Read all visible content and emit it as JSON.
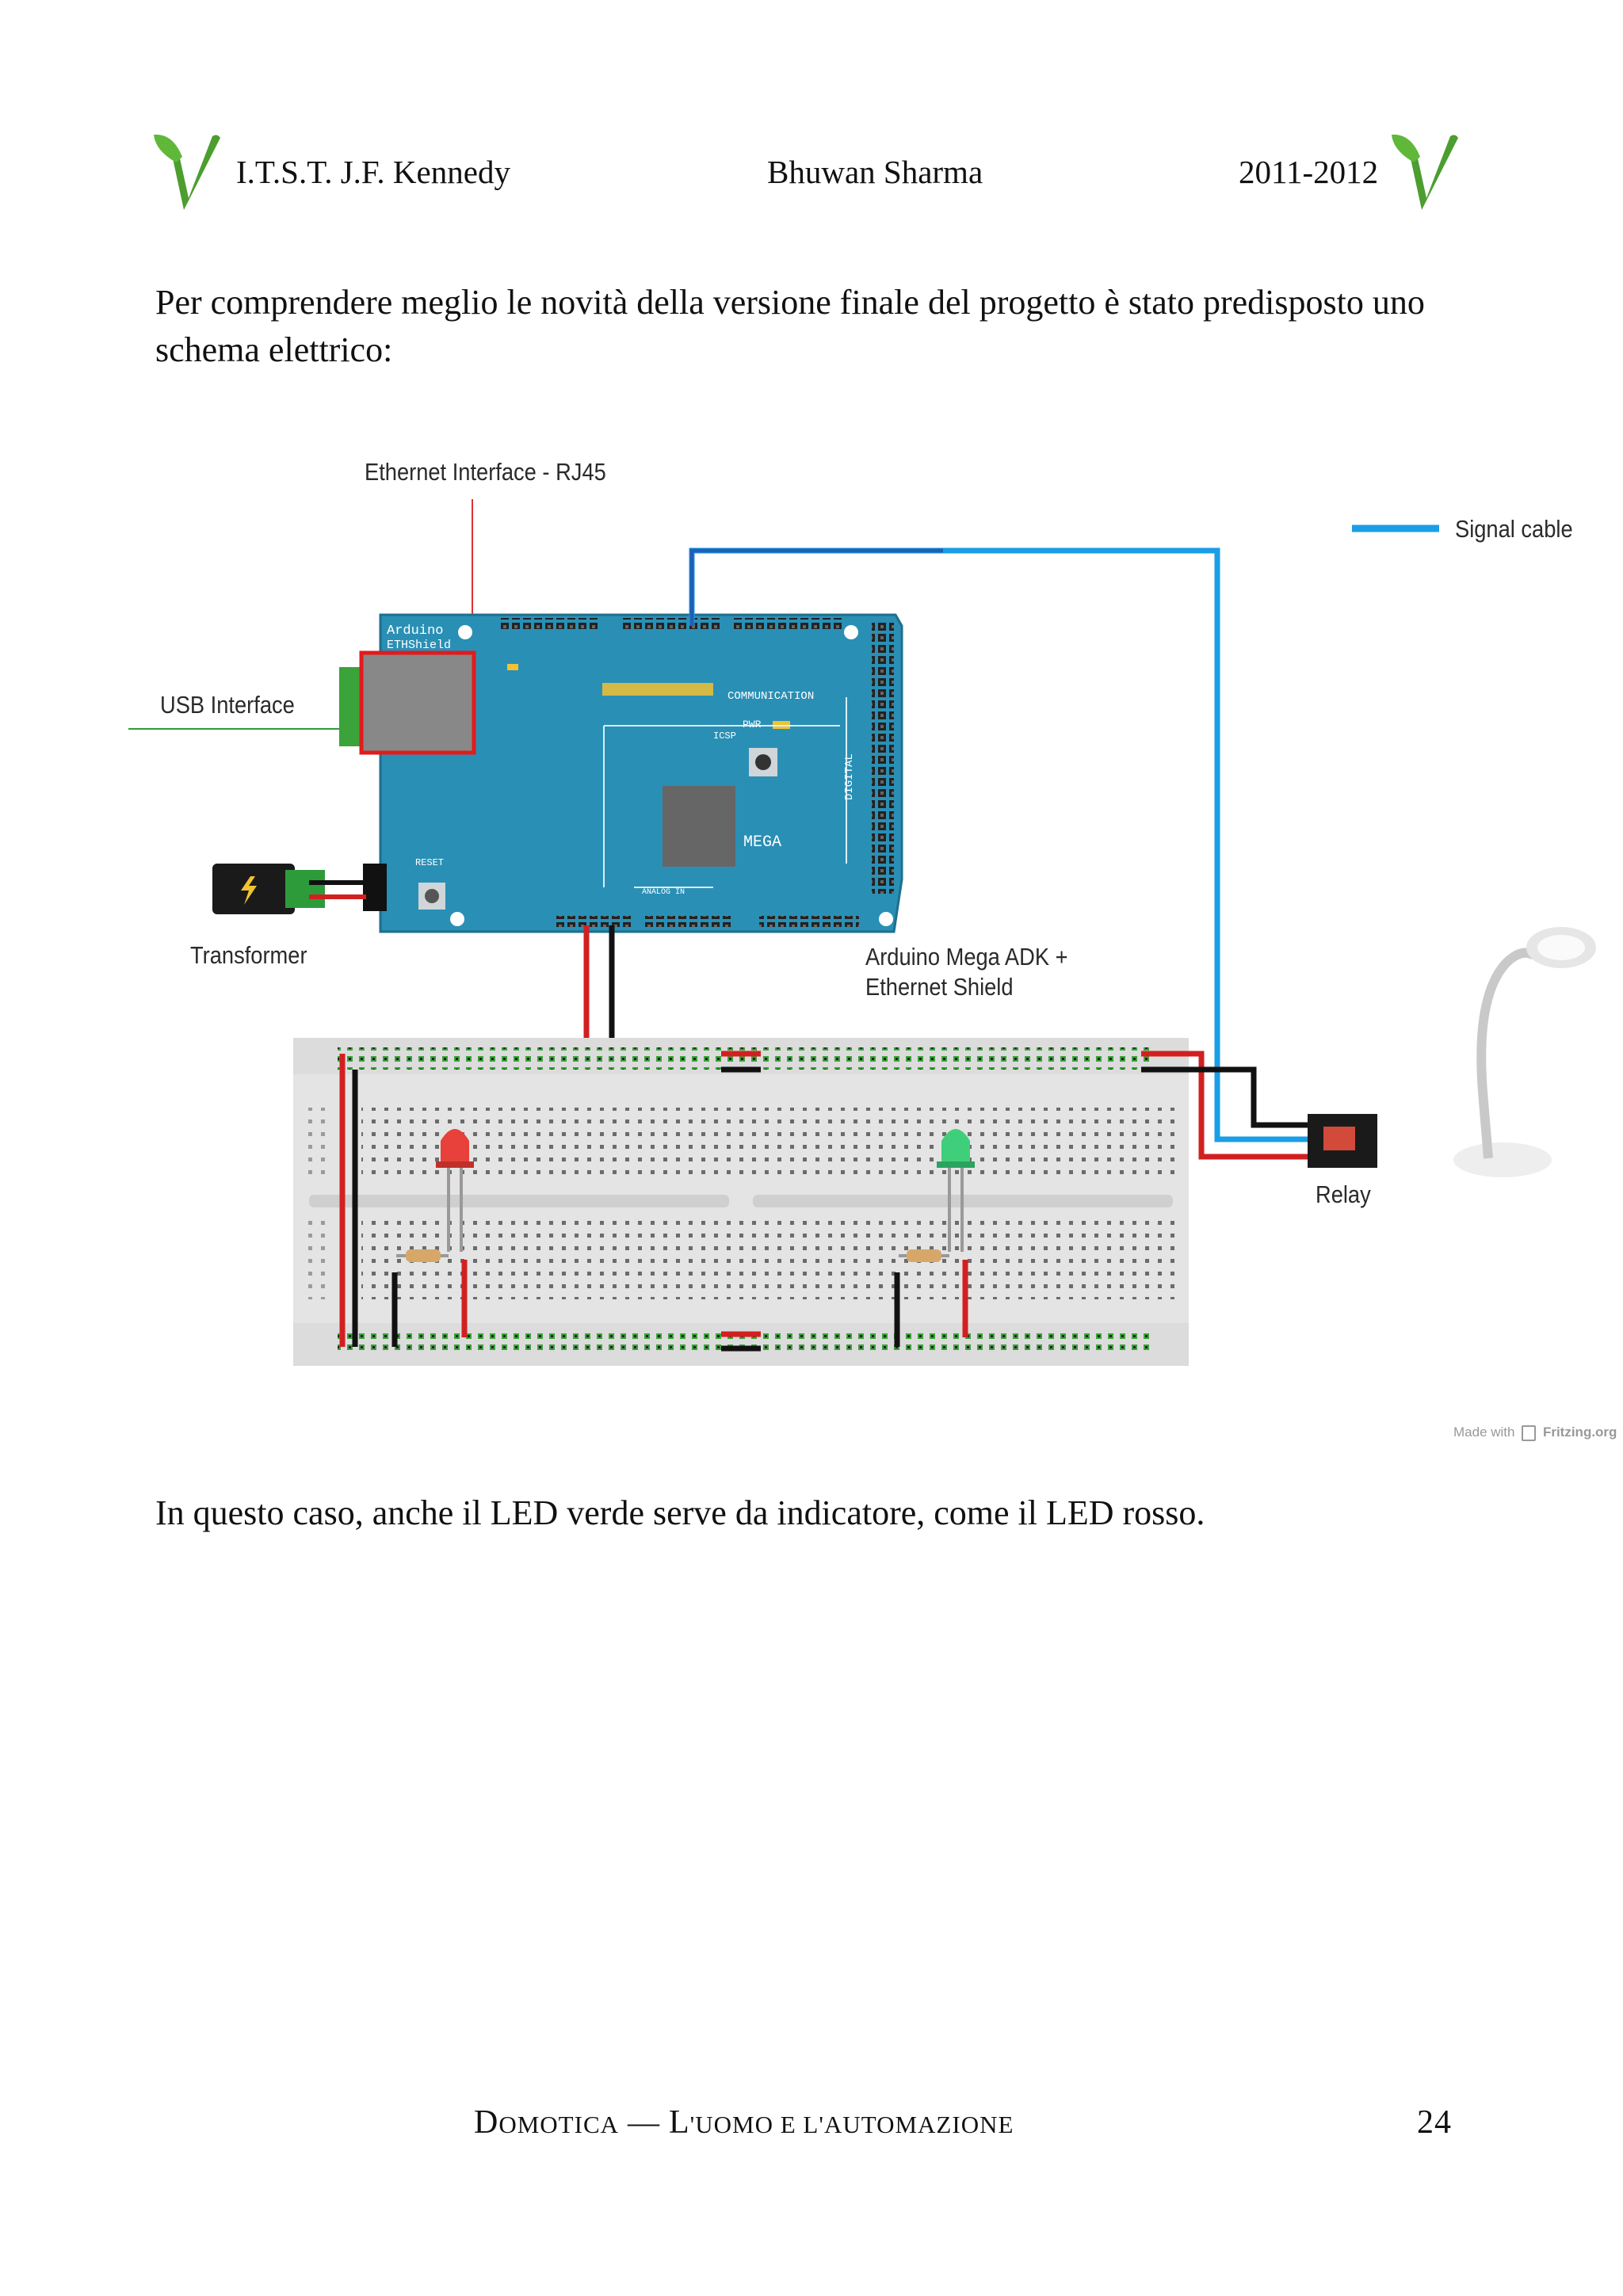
{
  "header": {
    "school": "I.T.S.T.  J.F. Kennedy",
    "author": "Bhuwan Sharma",
    "year": "2011-2012"
  },
  "intro_text": "Per comprendere meglio le novità della versione finale del progetto è stato predisposto uno schema elettrico:",
  "diagram": {
    "labels": {
      "ethernet": "Ethernet Interface - RJ45",
      "signal_cable": "Signal cable",
      "usb": "USB Interface",
      "transformer": "Transformer",
      "board_line1": "Arduino Mega ADK +",
      "board_line2": "Ethernet Shield",
      "relay": "Relay",
      "watermark": "Made with",
      "watermark_brand": "Fritzing.org"
    },
    "board_text": {
      "brand": "Arduino",
      "shield": "ETHShield",
      "model": "MEGA",
      "communication": "COMMUNICATION",
      "digital": "DIGITAL",
      "pwr": "PWR",
      "icsp": "ICSP",
      "reset": "RESET",
      "analog": "ANALOG IN"
    },
    "colors": {
      "board": "#2a8fb5",
      "signal_cable": "#1a9ee6",
      "wire_red": "#d22020",
      "wire_black": "#111111",
      "led_red": "#e8403a",
      "led_green": "#3fcf7a",
      "usb_highlight": "#e21b1b",
      "usb_line": "#2e9b3b"
    }
  },
  "caption_text": "In questo caso, anche il LED verde serve da indicatore, come il LED rosso.",
  "footer": {
    "title_d": "D",
    "title_rest1": "omotica",
    "dash": " — ",
    "title_l": "L",
    "title_rest2": "'uomo e l'automazione",
    "page_number": "24"
  }
}
